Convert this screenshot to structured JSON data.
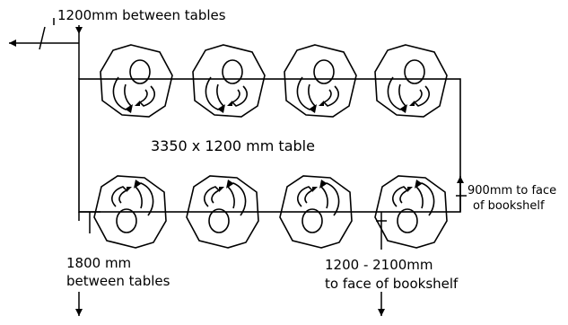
{
  "diagram": {
    "labels": {
      "top_left": "1200mm between tables",
      "table_size": "3350 x 1200 mm table",
      "right_line1": "900mm to face",
      "right_line2": "of bookshelf",
      "bottom_left_line1": "1800 mm",
      "bottom_left_line2": "between tables",
      "bottom_mid_line1": "1200 - 2100mm",
      "bottom_mid_line2": "to face of bookshelf"
    },
    "seats": {
      "top_row_count": 4,
      "bottom_row_count": 4
    },
    "colors": {
      "ink": "#000000",
      "background": "#ffffff"
    }
  }
}
